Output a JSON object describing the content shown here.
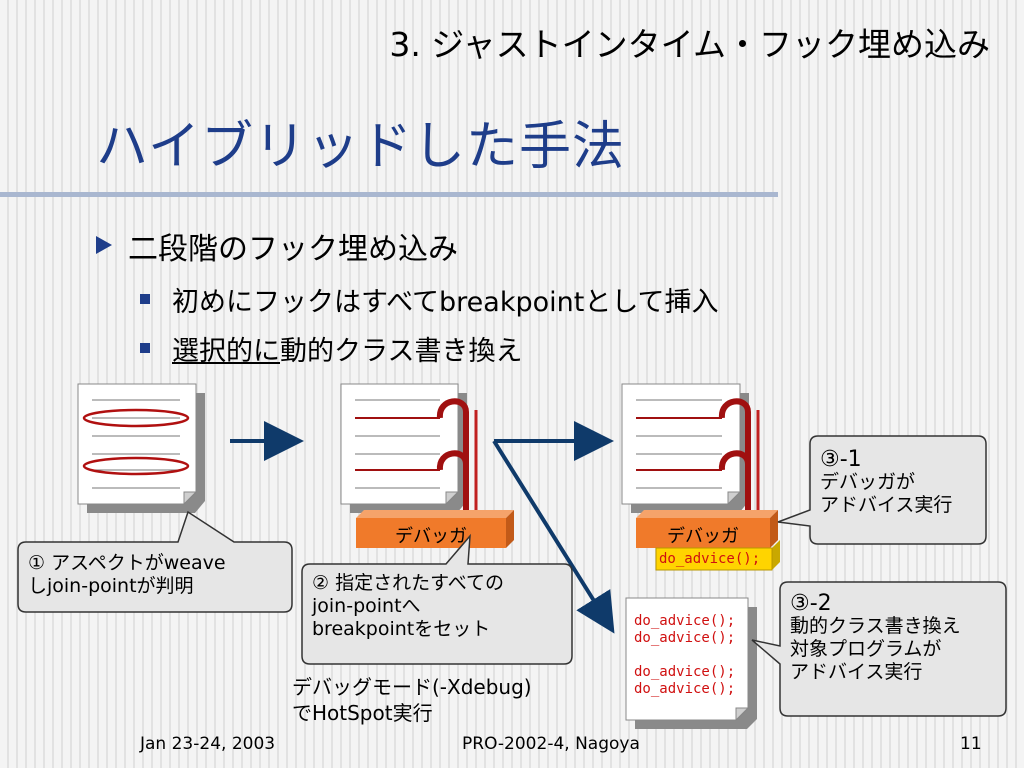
{
  "header": {
    "section_title": "3. ジャストインタイム・フック埋め込み",
    "slide_title": "ハイブリッドした手法"
  },
  "bullets": {
    "level1": "二段階のフック埋め込み",
    "items": [
      {
        "text": "初めにフックはすべてbreakpointとして挿入"
      },
      {
        "underlined": "選択的に",
        "rest": "動的クラス書き換え"
      }
    ]
  },
  "callouts": {
    "c1": {
      "line1": "① アスペクトがweave",
      "line2": "しjoin-pointが判明"
    },
    "c2": {
      "line1": "② 指定されたすべての",
      "line2": "join-pointへ",
      "line3": "breakpointをセット"
    },
    "c31": {
      "line1": "③-1",
      "line2": "デバッガが",
      "line3": "アドバイス実行"
    },
    "c32": {
      "line1": "③-2",
      "line2": "動的クラス書き換え",
      "line3": "対象プログラムが",
      "line4": "アドバイス実行"
    }
  },
  "debugger_boxes": {
    "label1": "デバッガ",
    "label2": "デバッガ"
  },
  "code": {
    "small": "do_advice();",
    "doc_lines": [
      "do_advice();",
      "do_advice();",
      "do_advice();",
      "do_advice();"
    ]
  },
  "debug_mode": {
    "line1": "デバッグモード(-Xdebug)",
    "line2": "でHotSpot実行"
  },
  "footer": {
    "date": "Jan 23-24, 2003",
    "event": "PRO-2002-4, Nagoya",
    "page": "11"
  },
  "colors": {
    "title_blue": "#1e3d8a",
    "arrow_blue": "#0f3a6a",
    "hook_red": "#a01010",
    "debugger_orange": "#f07a2a",
    "code_red": "#d01010"
  }
}
